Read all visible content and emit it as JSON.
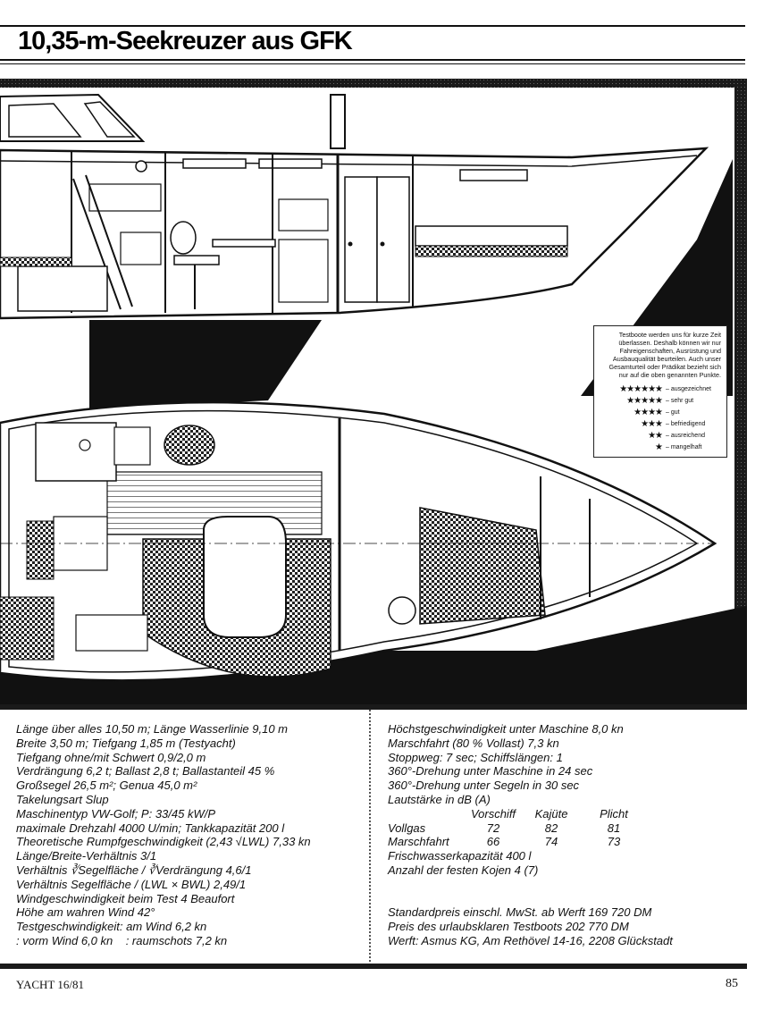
{
  "title": "10,35-m-Seekreuzer aus GFK",
  "legend": {
    "note": "Testboote werden uns für kurze Zeit überlassen. Deshalb können wir nur Fahreigenschaften, Ausrüstung und Ausbauqualität beurteilen. Auch unser Gesamturteil oder Prädikat bezieht sich nur auf die oben genannten Punkte.",
    "rows": [
      {
        "stars": "★★★★★★",
        "label": "– ausgezeichnet"
      },
      {
        "stars": "★★★★★",
        "label": "– sehr gut"
      },
      {
        "stars": "★★★★",
        "label": "– gut"
      },
      {
        "stars": "★★★",
        "label": "– befriedigend"
      },
      {
        "stars": "★★",
        "label": "– ausreichend"
      },
      {
        "stars": "★",
        "label": "– mangelhaft"
      }
    ]
  },
  "specs_left": [
    "Länge über alles 10,50 m; Länge Wasserlinie 9,10 m",
    "Breite 3,50 m; Tiefgang 1,85 m (Testyacht)",
    "Tiefgang ohne/mit Schwert 0,9/2,0 m",
    "Verdrängung 6,2 t; Ballast 2,8 t; Ballastanteil 45 %",
    "Großsegel 26,5 m²; Genua 45,0 m²",
    "Takelungsart Slup",
    "Maschinentyp VW-Golf; P: 33/45 kW/P",
    "maximale Drehzahl 4000 U/min; Tankkapazität 200 l",
    "Theoretische Rumpfgeschwindigkeit (2,43 √LWL) 7,33 kn",
    "Länge/Breite-Verhältnis 3/1",
    "Verhältnis ∛Segelfläche / ∛Verdrängung 4,6/1",
    "Verhältnis Segelfläche / (LWL × BWL) 2,49/1",
    "Windgeschwindigkeit beim Test 4 Beaufort",
    "Höhe am wahren Wind 42°",
    "Testgeschwindigkeit: am Wind 6,2 kn",
    ": vorm Wind 6,0 kn    : raumschots 7,2 kn"
  ],
  "specs_right_top": [
    "Höchstgeschwindigkeit unter Maschine 8,0 kn",
    "Marschfahrt (80 % Vollast) 7,3 kn",
    "Stoppweg: 7 sec; Schiffslängen: 1",
    "360°-Drehung unter Maschine in 24 sec",
    "360°-Drehung unter Segeln in 30 sec",
    "Lautstärke in dB (A)"
  ],
  "noise_table": {
    "header": [
      "",
      "Vorschiff",
      "Kajüte",
      "Plicht"
    ],
    "rows": [
      [
        "Vollgas",
        "72",
        "82",
        "81"
      ],
      [
        "Marschfahrt",
        "66",
        "74",
        "73"
      ]
    ]
  },
  "specs_right_mid": [
    "Frischwasserkapazität 400 l",
    "Anzahl der festen Kojen 4 (7)"
  ],
  "specs_right_bottom": [
    "Standardpreis einschl. MwSt. ab Werft 169 720 DM",
    "Preis des urlaubsklaren Testboots 202 770 DM",
    "Werft: Asmus KG, Am Rethövel 14-16, 2208 Glückstadt"
  ],
  "footer": {
    "magazine": "YACHT 16/81",
    "page": "85"
  }
}
